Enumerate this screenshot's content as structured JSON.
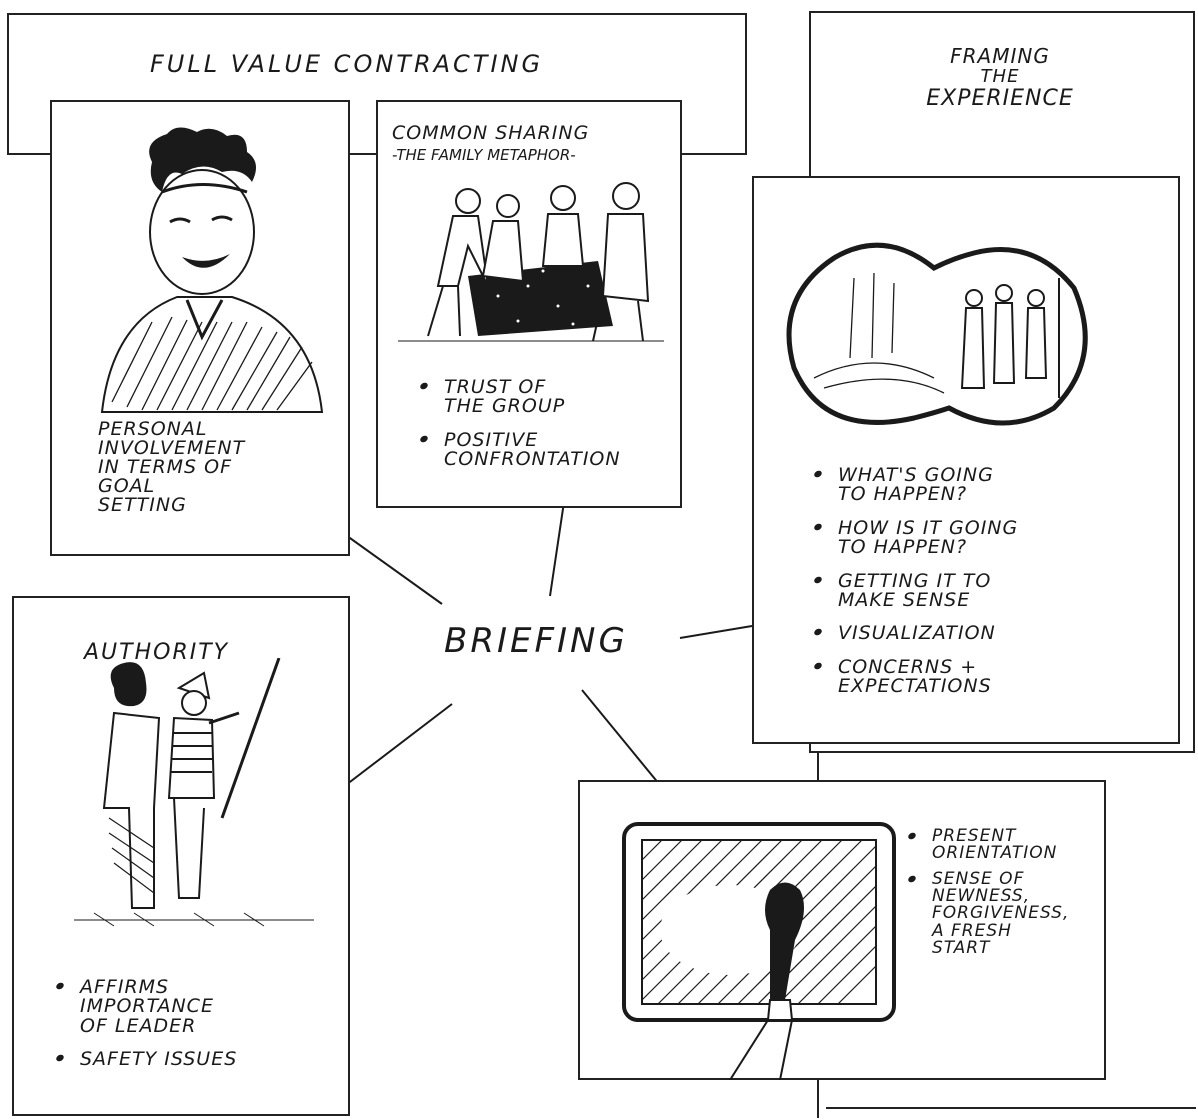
{
  "headers": {
    "full_value_contracting": "FULL VALUE CONTRACTING",
    "framing_line1": "FRAMING",
    "framing_line2": "THE",
    "framing_line3": "EXPERIENCE"
  },
  "center": {
    "label": "BRIEFING"
  },
  "personal": {
    "lines": [
      "PERSONAL",
      "INVOLVEMENT",
      "IN TERMS OF",
      "GOAL",
      "SETTING"
    ]
  },
  "common_sharing": {
    "title": "COMMON SHARING",
    "subtitle": "-THE FAMILY METAPHOR-",
    "bullets": [
      [
        "TRUST OF",
        "THE GROUP"
      ],
      [
        "POSITIVE",
        "CONFRONTATION"
      ]
    ]
  },
  "framing": {
    "bullets": [
      [
        "WHAT'S GOING",
        "TO HAPPEN?"
      ],
      [
        "HOW IS IT GOING",
        "TO HAPPEN?"
      ],
      [
        "GETTING IT TO",
        "MAKE SENSE"
      ],
      [
        "VISUALIZATION"
      ],
      [
        "CONCERNS +",
        "EXPECTATIONS"
      ]
    ]
  },
  "authority": {
    "title": "AUTHORITY",
    "bullets": [
      [
        "AFFIRMS",
        "IMPORTANCE",
        "OF LEADER"
      ],
      [
        "SAFETY ISSUES"
      ]
    ]
  },
  "present": {
    "bullets": [
      [
        "PRESENT",
        "ORIENTATION"
      ],
      [
        "SENSE OF",
        "NEWNESS,",
        "FORGIVENESS,",
        "A FRESH",
        "START"
      ]
    ]
  },
  "colors": {
    "ink": "#1a1a1a",
    "paper": "#ffffff"
  }
}
